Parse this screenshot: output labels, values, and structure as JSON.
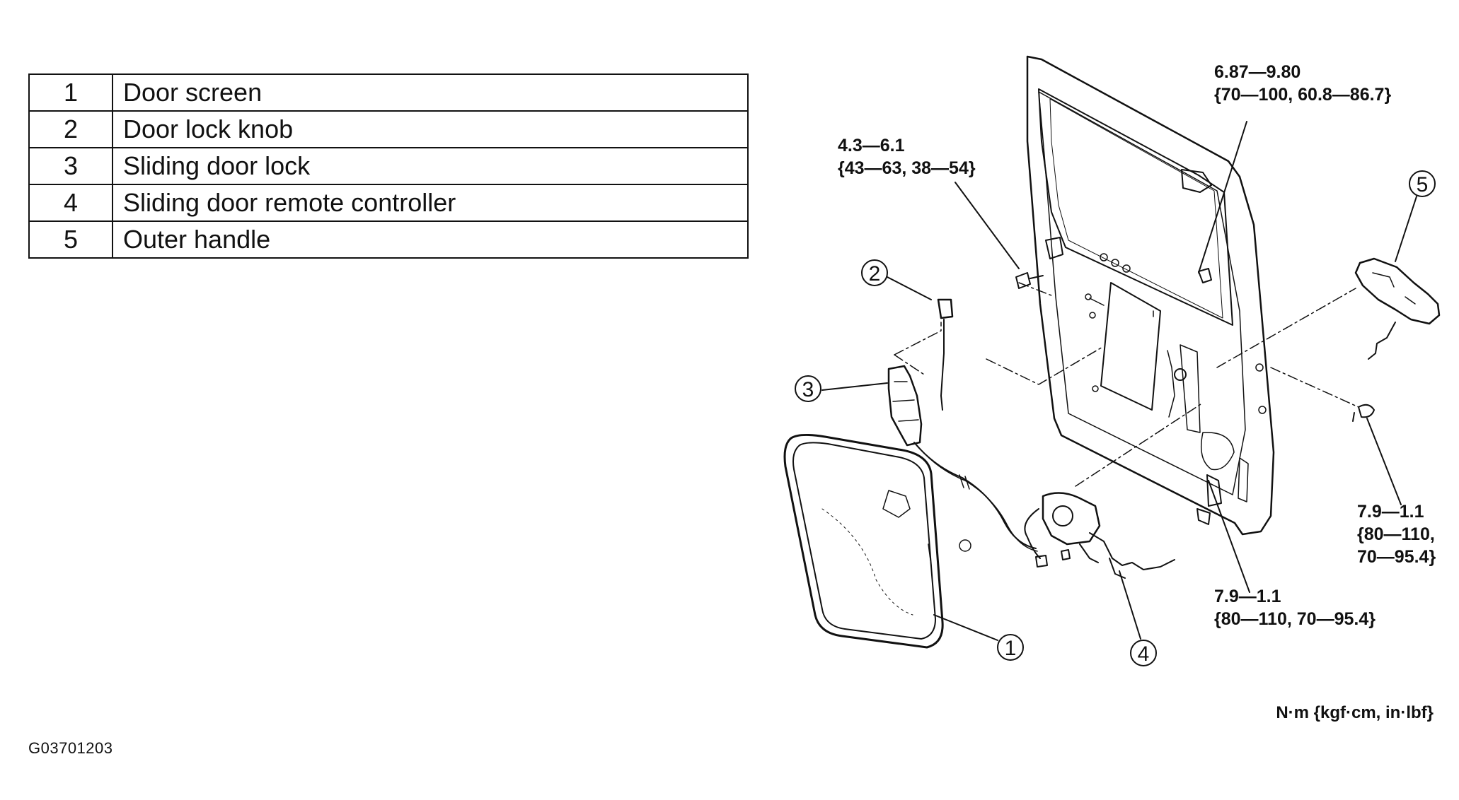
{
  "parts": [
    {
      "num": "1",
      "name": "Door screen"
    },
    {
      "num": "2",
      "name": "Door lock knob"
    },
    {
      "num": "3",
      "name": "Sliding door lock"
    },
    {
      "num": "4",
      "name": "Sliding door remote controller"
    },
    {
      "num": "5",
      "name": "Outer handle"
    }
  ],
  "callouts": {
    "c1": "1",
    "c2": "2",
    "c3": "3",
    "c4": "4",
    "c5": "5"
  },
  "torque": {
    "top_center_line1": "6.87—9.80",
    "top_center_line2": "{70—100, 60.8—86.7}",
    "top_left_line1": "4.3—6.1",
    "top_left_line2": "{43—63, 38—54}",
    "right_line1": "7.9—1.1",
    "right_line2": "{80—110,",
    "right_line3": "70—95.4}",
    "bottom_line1": "7.9—1.1",
    "bottom_line2": "{80—110, 70—95.4}"
  },
  "units": "N·m {kgf·cm, in·lbf}",
  "figure_code": "G03701203"
}
